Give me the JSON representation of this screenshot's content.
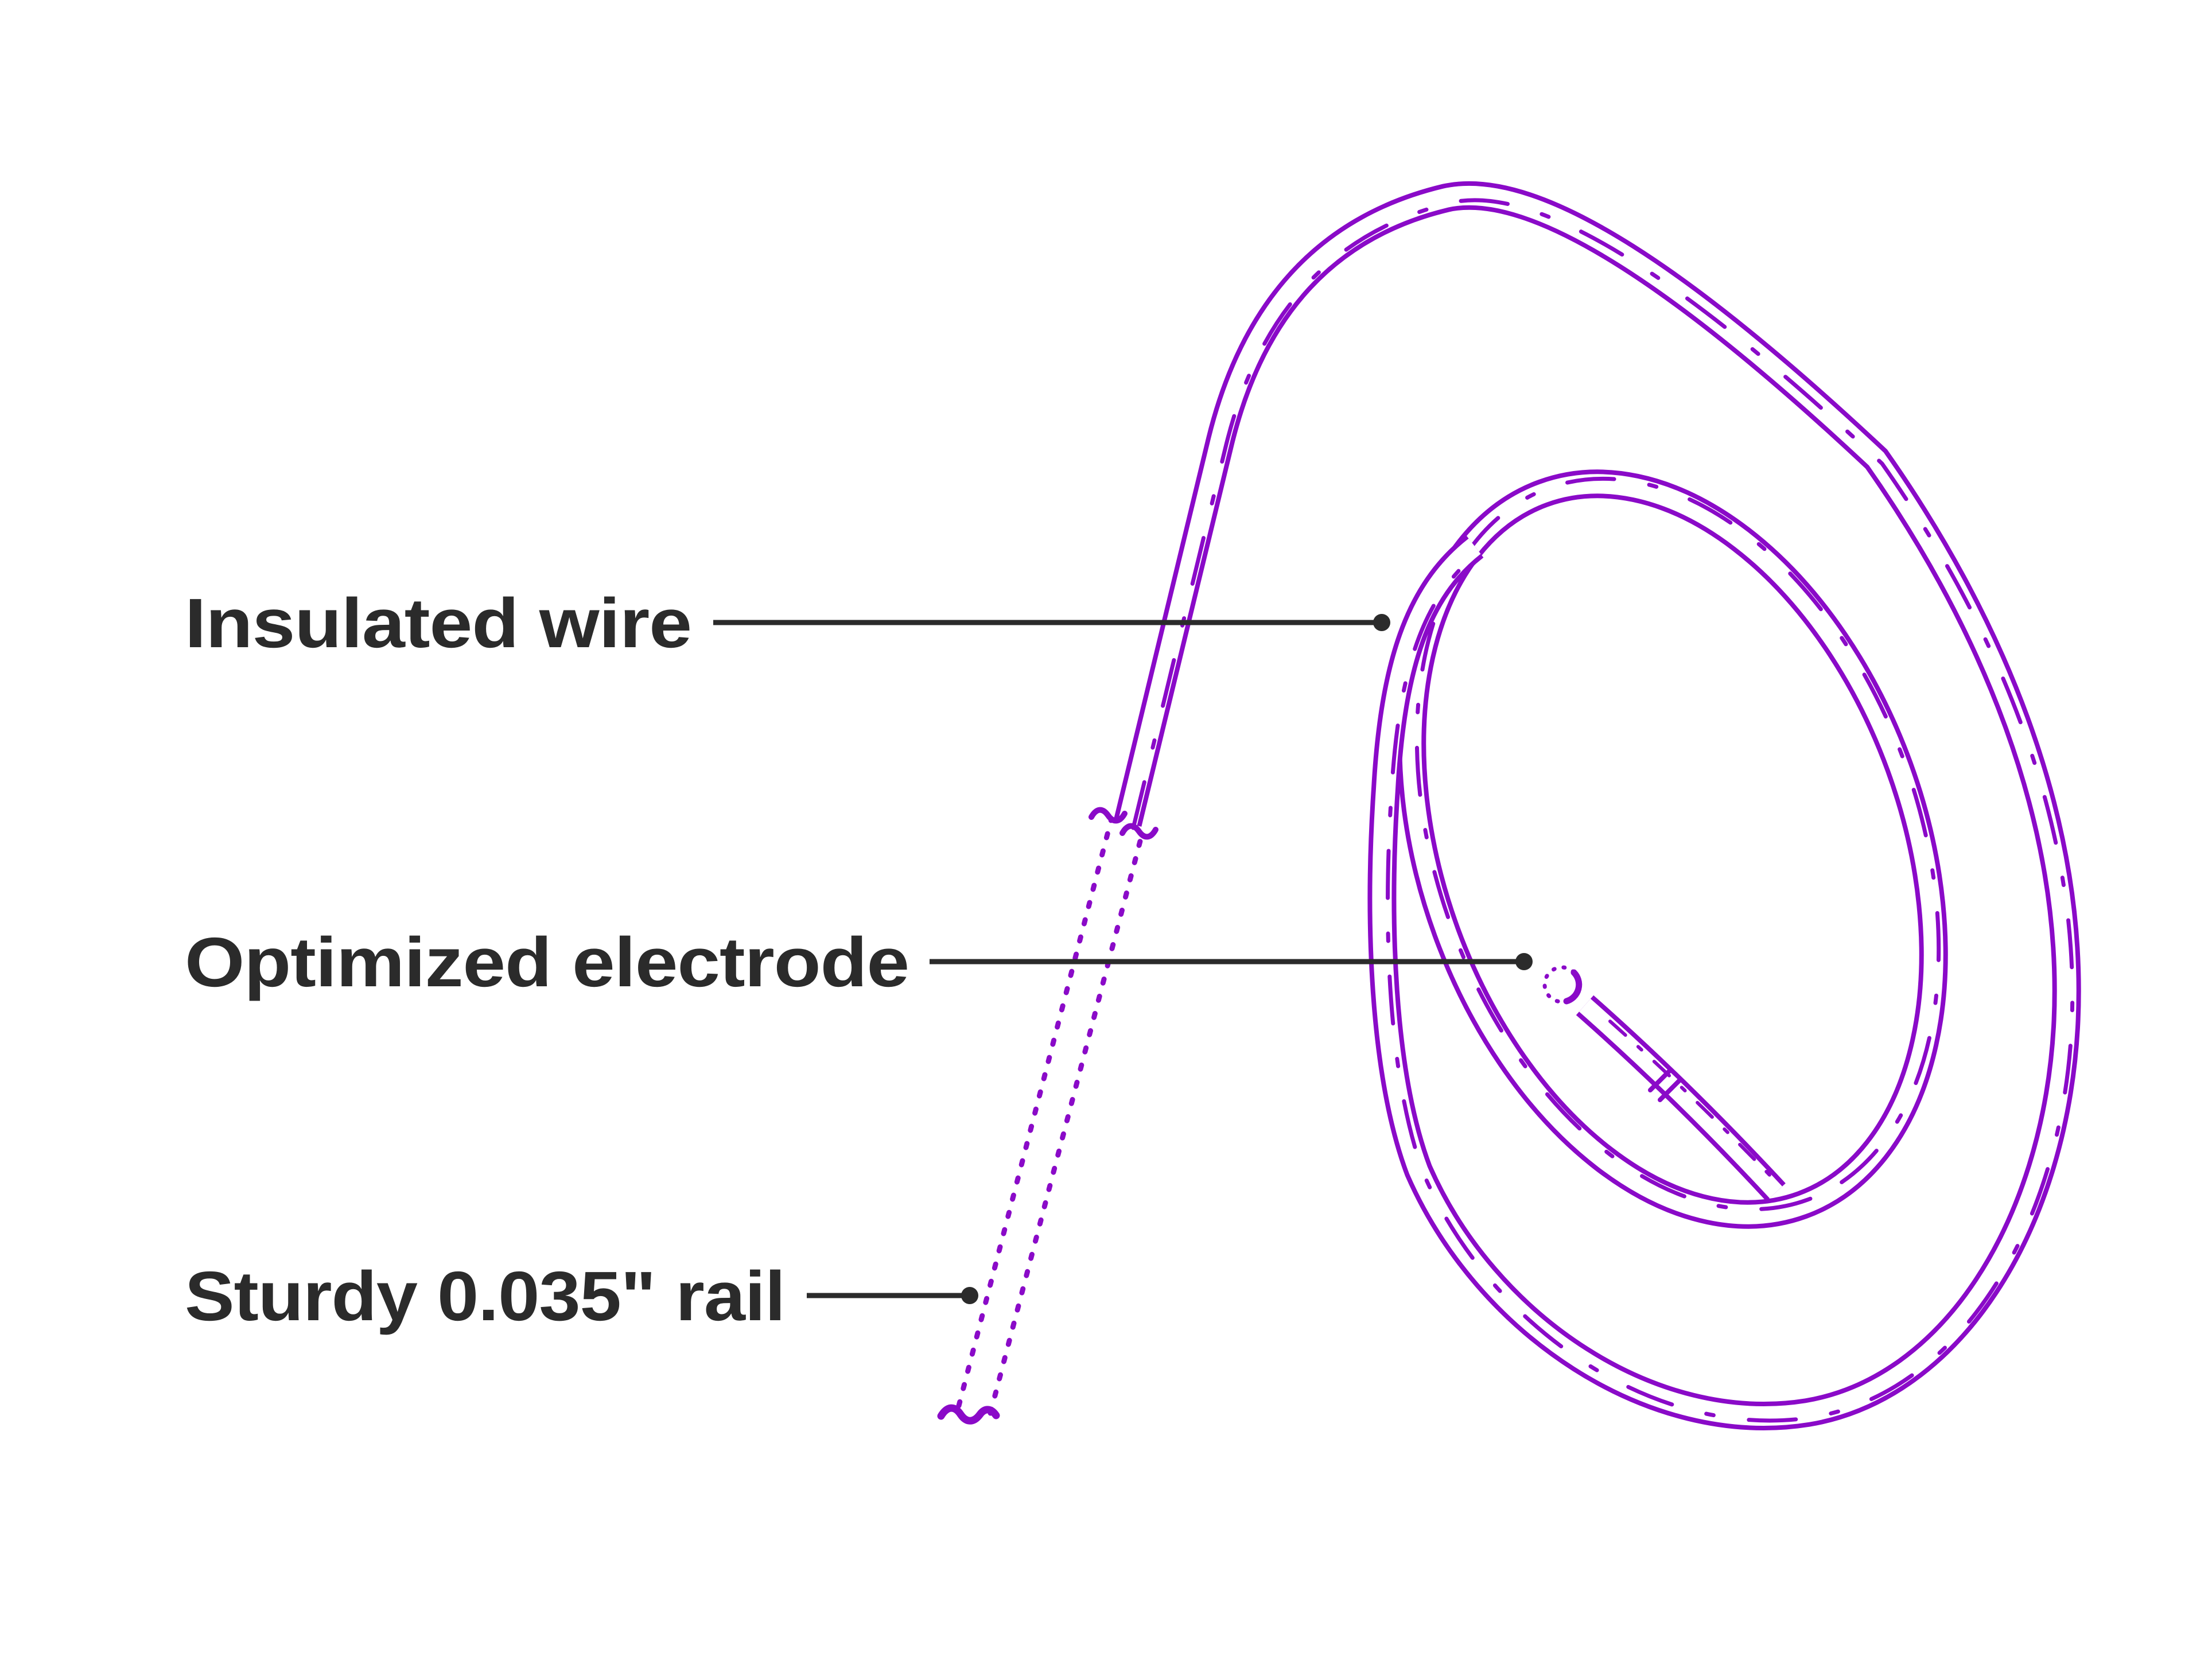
{
  "figure": {
    "alt": "Purple line drawing of a looped spiral catheter wire with dotted guidewire rail and ball electrode tip"
  },
  "colors": {
    "purple": "#8A0AC8",
    "ink": "#2B2B2B",
    "background": "#FFFFFF"
  },
  "labels": [
    {
      "id": "insulated-wire",
      "text": "Insulated wire"
    },
    {
      "id": "optimized-electrode",
      "text": "Optimized electrode"
    },
    {
      "id": "sturdy-rail",
      "text": "Sturdy 0.035\" rail"
    }
  ]
}
